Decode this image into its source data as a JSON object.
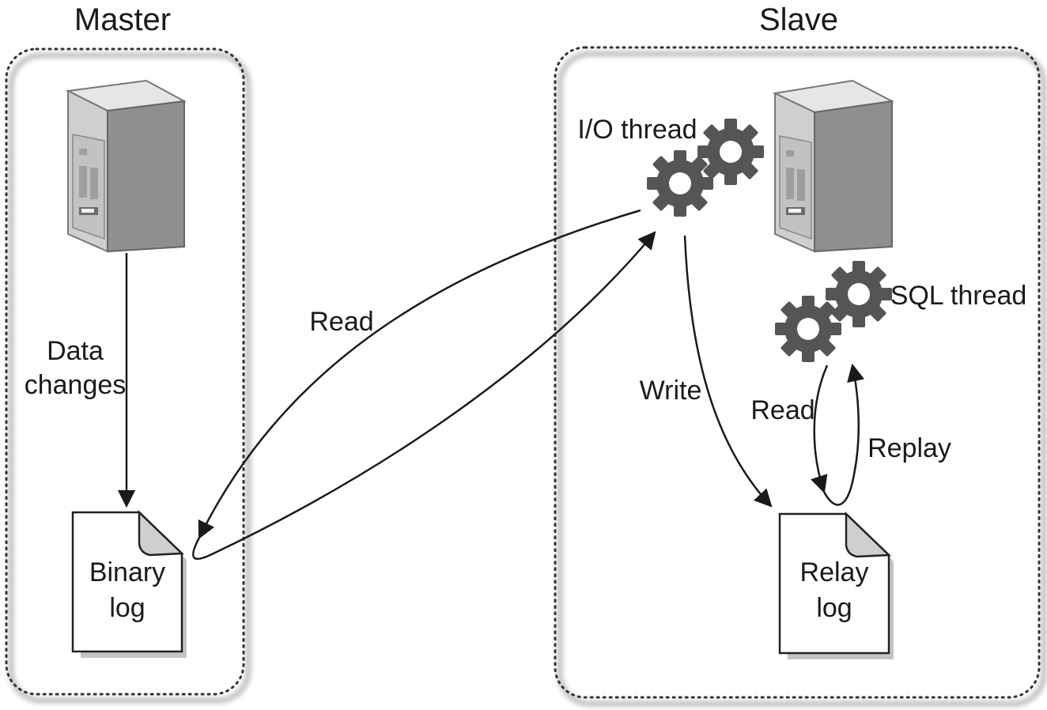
{
  "master": {
    "title": "Master",
    "data_changes_line1": "Data",
    "data_changes_line2": "changes",
    "binary_log_line1": "Binary",
    "binary_log_line2": "log"
  },
  "slave": {
    "title": "Slave",
    "io_thread": "I/O thread",
    "sql_thread": "SQL thread",
    "relay_log_line1": "Relay",
    "relay_log_line2": "log",
    "write": "Write",
    "read": "Read",
    "replay": "Replay"
  },
  "links": {
    "read": "Read"
  },
  "colors": {
    "text": "#1a1a1a",
    "server_light": "#d4d4d4",
    "server_mid": "#bdbdbd",
    "server_dark": "#8a8a8a",
    "gear": "#555555",
    "shadow": "#7a7a7a"
  }
}
